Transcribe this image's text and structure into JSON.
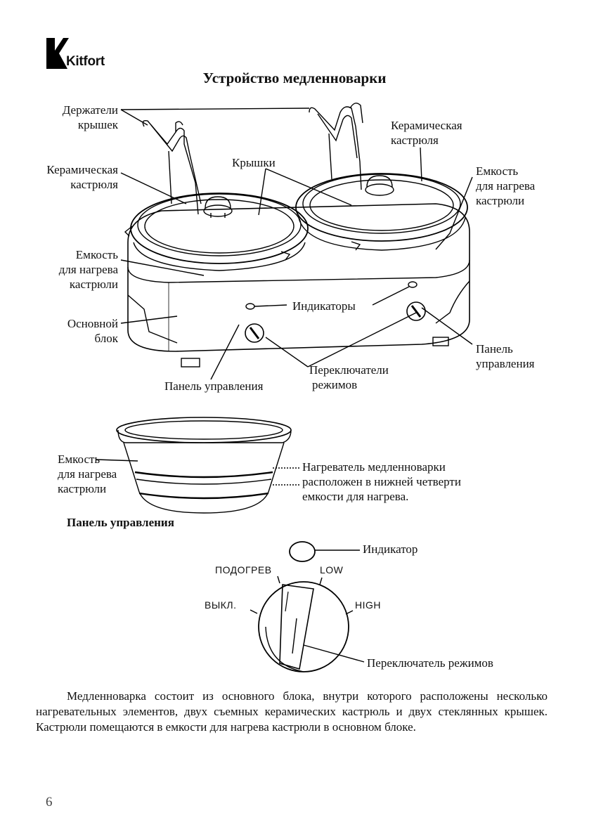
{
  "brand": {
    "name": "Kitfort"
  },
  "title": "Устройство медленноварки",
  "diagram1": {
    "lid_holders": [
      "Держатели",
      "крышек"
    ],
    "ceramic_pot_left": [
      "Керамическая",
      "кастрюля"
    ],
    "ceramic_pot_right": [
      "Керамическая",
      "кастрюля"
    ],
    "lids": "Крышки",
    "heating_well_right": [
      "Емкость",
      "для нагрева",
      "кастрюли"
    ],
    "heating_well_left": [
      "Емкость",
      "для нагрева",
      "кастрюли"
    ],
    "indicators": "Индикаторы",
    "main_unit": [
      "Основной",
      "блок"
    ],
    "control_panel_right": [
      "Панель",
      "управления"
    ],
    "mode_switches": [
      "Переключатели",
      "режимов"
    ],
    "control_panel_bottom": "Панель управления"
  },
  "diagram2": {
    "heating_well": [
      "Емкость",
      "для нагрева",
      "кастрюли"
    ],
    "heater_note": [
      "Нагреватель медленноварки",
      "расположен в нижней четверти",
      "емкости для нагрева."
    ]
  },
  "control_panel_section": {
    "heading": "Панель управления",
    "indicator": "Индикатор",
    "keep_warm": "ПОДОГРЕВ",
    "low": "LOW",
    "off": "ВЫКЛ.",
    "high": "HIGH",
    "mode_switch": "Переключатель режимов"
  },
  "body_text": "Медленноварка состоит из основного блока, внутри которого расположены несколько нагревательных элементов, двух съемных керамических кастрюль и двух стеклянных крышек. Кастрюли помещаются в емкости для нагрева кастрюли в основном блоке.",
  "page_number": "6"
}
